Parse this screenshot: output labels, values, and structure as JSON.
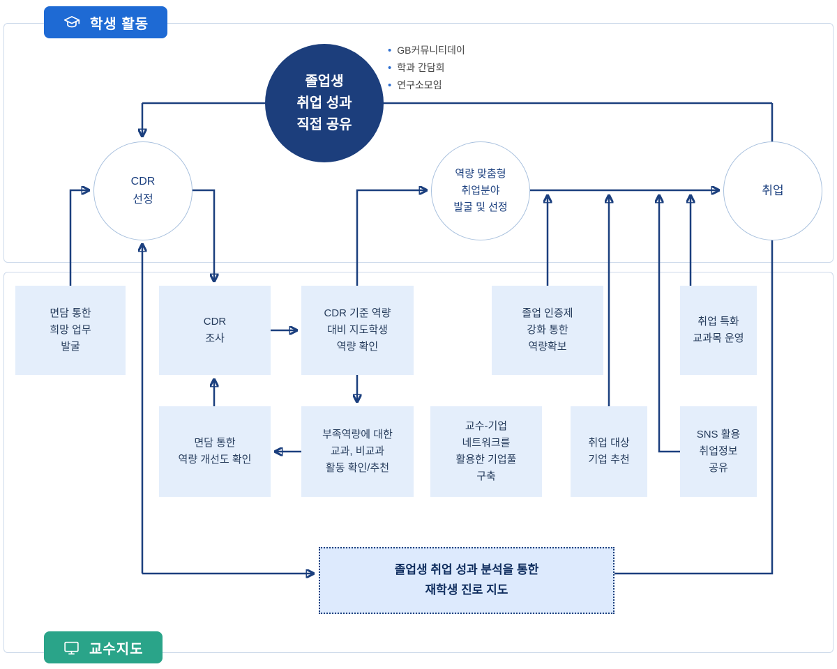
{
  "regions": {
    "student_badge": "학생 활동",
    "professor_badge": "교수지도"
  },
  "share_circle": {
    "label": "졸업생\n취업 성과\n직접 공유",
    "bullets": [
      "GB커뮤니티데이",
      "학과 간담회",
      "연구소모임"
    ]
  },
  "circles": {
    "cdr_selection": "CDR\n선정",
    "field_selection": "역량 맞춤형\n취업분야\n발굴 및 선정",
    "employment": "취업"
  },
  "boxes": {
    "interview_hope": "면담 통한\n희망 업무\n발굴",
    "cdr_survey": "CDR\n조사",
    "cdr_standard_check": "CDR 기준 역량\n대비 지도학생\n역량 확인",
    "grad_certification": "졸업 인증제\n강화 통한\n역량확보",
    "employment_course": "취업 특화\n교과목 운영",
    "interview_improvement": "면담 통한\n역량 개선도 확인",
    "lack_competency": "부족역량에 대한\n교과, 비교과\n활동 확인/추천",
    "prof_company_network": "교수-기업\n네트워크를\n활용한 기업풀\n구축",
    "company_recommendation": "취업 대상\n기업 추천",
    "sns_job_info": "SNS 활용\n취업정보\n공유"
  },
  "feedback_box": "졸업생 취업 성과 분석을 통한\n재학생 진로 지도",
  "colors": {
    "navy": "#1b3f7e",
    "badge_blue": "#1e6ad4",
    "badge_green": "#2aa489",
    "box_fill": "#e4eefb",
    "dotted_fill": "#ddeafd",
    "dark_circle": "#1c3e7c",
    "frame_border": "#ccd9ea",
    "bullet_dot": "#2e6fd0"
  }
}
